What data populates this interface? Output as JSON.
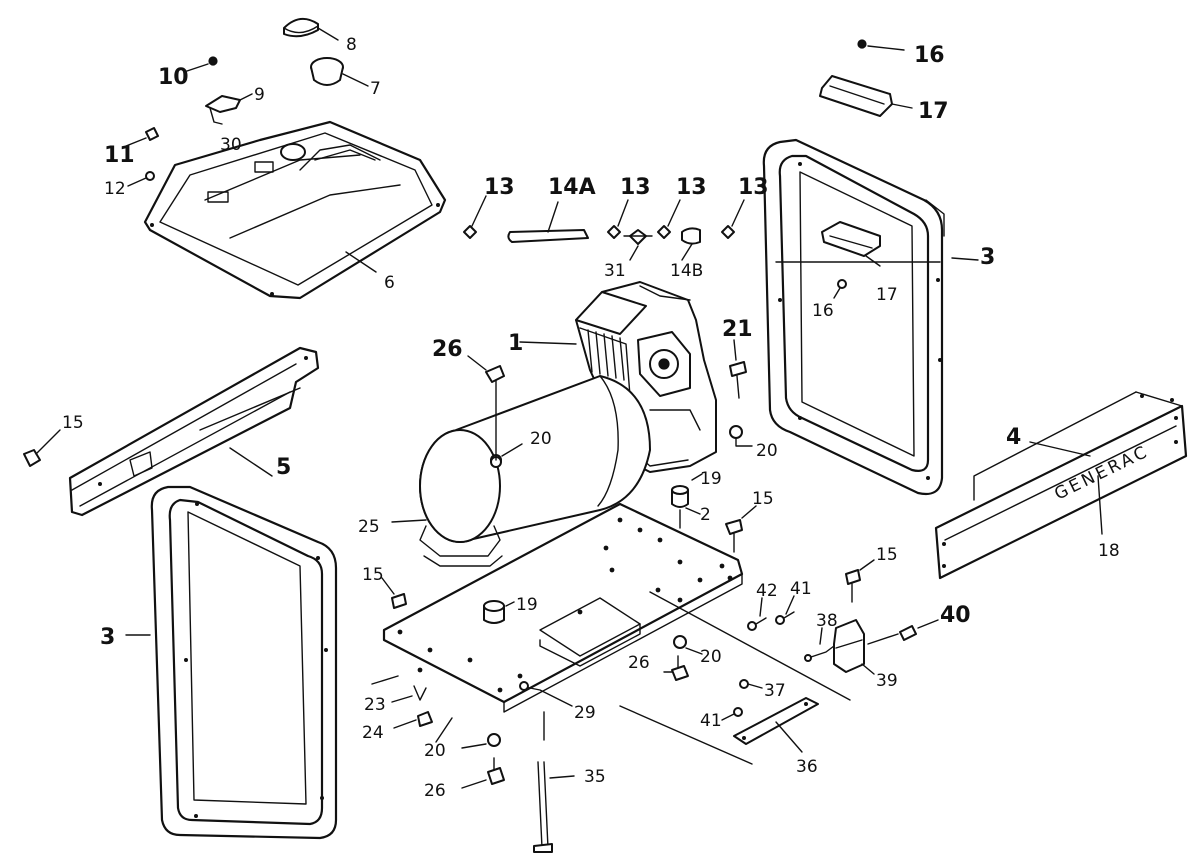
{
  "brand_text": "GENERAC",
  "labels": {
    "p1": "1",
    "p2": "2",
    "p3_right": "3",
    "p3_left": "3",
    "p4": "4",
    "p5": "5",
    "p6": "6",
    "p7": "7",
    "p8": "8",
    "p9": "9",
    "p10": "10",
    "p11": "11",
    "p12": "12",
    "p13_a": "13",
    "p13_b": "13",
    "p13_c": "13",
    "p13_d": "13",
    "p14a": "14A",
    "p14b": "14B",
    "p15_left": "15",
    "p15_center": "15",
    "p15_mid": "15",
    "p15_right": "15",
    "p16_top": "16",
    "p16_panel": "16",
    "p17_top": "17",
    "p17_panel": "17",
    "p18": "18",
    "p19_top": "19",
    "p19_base": "19",
    "p20_gen": "20",
    "p20_engine": "20",
    "p20_base": "20",
    "p20_bottom": "20",
    "p21": "21",
    "p23": "23",
    "p24": "24",
    "p25": "25",
    "p26_top": "26",
    "p26_base": "26",
    "p26_bottom": "26",
    "p29": "29",
    "p30": "30",
    "p31": "31",
    "p35": "35",
    "p36": "36",
    "p37": "37",
    "p38": "38",
    "p39": "39",
    "p40": "40",
    "p41_a": "41",
    "p41_b": "41",
    "p42": "42"
  }
}
